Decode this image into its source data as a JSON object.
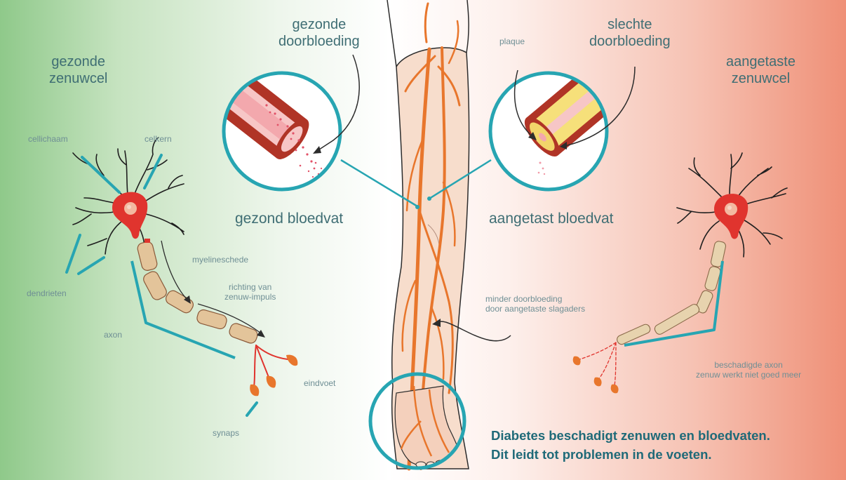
{
  "titles": {
    "healthy_nerve": [
      "gezonde",
      "zenuwcel"
    ],
    "damaged_nerve": [
      "aangetaste",
      "zenuwcel"
    ],
    "healthy_flow": [
      "gezonde",
      "doorbloeding"
    ],
    "bad_flow": [
      "slechte",
      "doorbloeding"
    ]
  },
  "vessels": {
    "healthy": "gezond bloedvat",
    "damaged": "aangetast bloedvat"
  },
  "labels": {
    "cellichaam": "cellichaam",
    "celkern": "celkern",
    "dendrieten": "dendrieten",
    "axon": "axon",
    "myelineschede": "myelineschede",
    "impulse": [
      "richting van",
      "zenuw-impuls"
    ],
    "eindvoet": "eindvoet",
    "synaps": "synaps",
    "plaque": "plaque",
    "less_flow": [
      "minder doorbloeding",
      "door aangetaste slagaders"
    ],
    "damaged_axon": [
      "beschadigde axon",
      "zenuw werkt niet goed meer"
    ]
  },
  "caption": [
    "Diabetes beschadigt zenuwen en bloedvaten.",
    "Dit leidt tot problemen in de voeten."
  ],
  "colors": {
    "teal": "#27a5b2",
    "dark_text": "#3f6e74",
    "caption": "#1f6a78",
    "neuron_red": "#e0342e",
    "vein_orange": "#e8762c",
    "skin": "#f7ddcc"
  }
}
